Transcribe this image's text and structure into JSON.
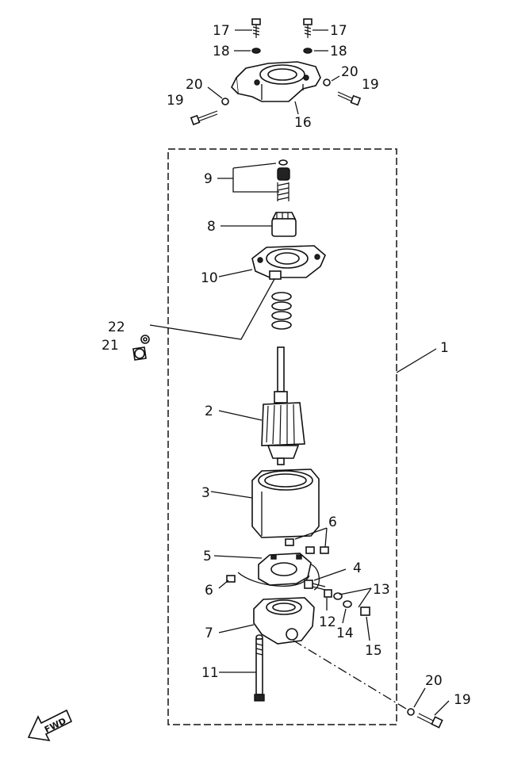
{
  "labels": {
    "l1": "1",
    "l2": "2",
    "l3": "3",
    "l4": "4",
    "l5": "5",
    "l6a": "6",
    "l6b": "6",
    "l7": "7",
    "l8": "8",
    "l9": "9",
    "l10": "10",
    "l11": "11",
    "l12": "12",
    "l13": "13",
    "l14": "14",
    "l15": "15",
    "l16": "16",
    "l17a": "17",
    "l17b": "17",
    "l18a": "18",
    "l18b": "18",
    "l19a": "19",
    "l19b": "19",
    "l19c": "19",
    "l20a": "20",
    "l20b": "20",
    "l20c": "20",
    "l21": "21",
    "l22": "22"
  },
  "fwd_badge": "FWD",
  "colors": {
    "ink": "#111111",
    "paper": "#ffffff"
  }
}
